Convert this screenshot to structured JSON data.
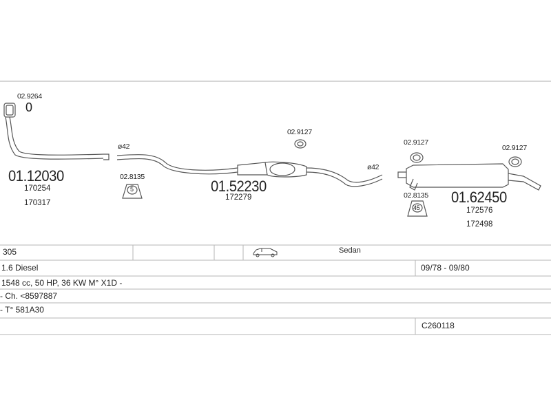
{
  "parts": {
    "p1": {
      "code": "01.12030",
      "ref1": "170254",
      "ref2": "170317"
    },
    "p2": {
      "code": "01.52230",
      "ref1": "172279"
    },
    "p3": {
      "code": "01.62450",
      "ref1": "172576",
      "ref2": "172498"
    },
    "clamp_top": "02.9264",
    "clamp_top_mark": "0",
    "clamp_mid": "02.9127",
    "clamp_right1": "02.9127",
    "clamp_right2": "02.9127",
    "mount_left": "02.8135",
    "mount_left_num": "5",
    "mount_right": "02.8135",
    "mount_right_num": "45",
    "dia_left": "ø42",
    "dia_right": "ø42"
  },
  "info": {
    "model": "305",
    "body": "Sedan",
    "engine": "1.6 Diesel",
    "period": "09/78 - 09/80",
    "spec": "1548 cc, 50 HP, 36 KW M° X1D -",
    "chassis": "- Ch. <8597887",
    "type": "- T° 581A30",
    "catalog": "C260118"
  },
  "icons": {
    "car": "sedan-car-icon"
  },
  "colors": {
    "line": "#555555",
    "grid": "#b5b5b5"
  }
}
